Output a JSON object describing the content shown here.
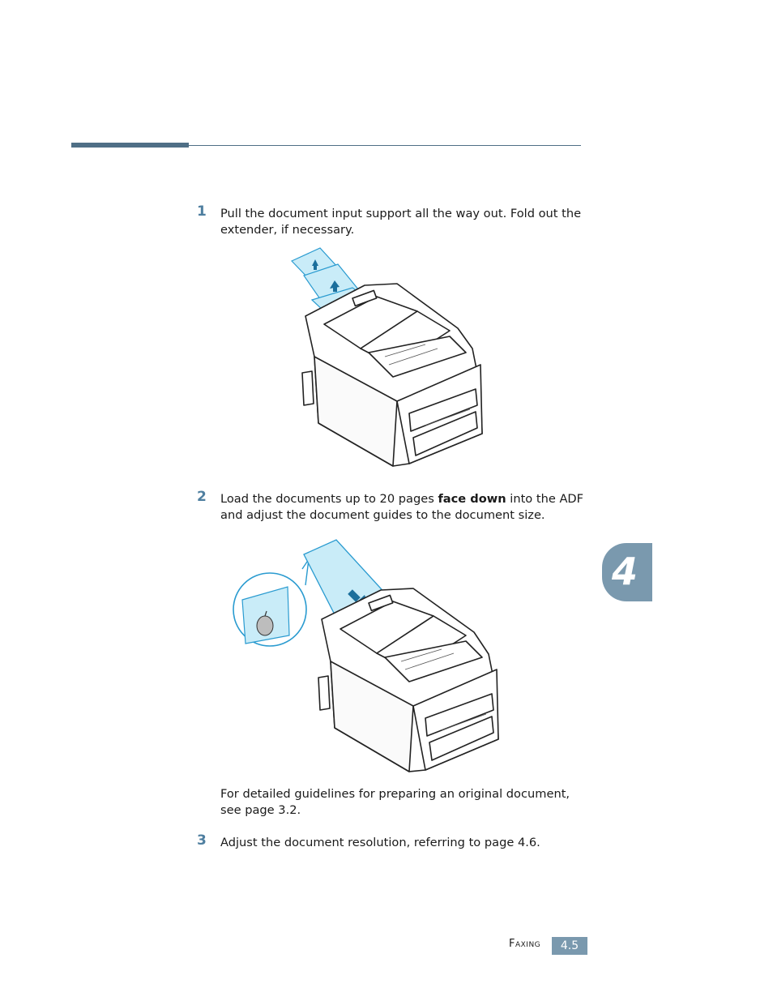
{
  "steps": [
    {
      "number": "1",
      "text": "Pull the document input support all the way out. Fold out the extender, if necessary."
    },
    {
      "number": "2",
      "text_before": "Load the documents up to 20 pages ",
      "text_bold": "face down",
      "text_after": " into the ADF and adjust the document guides to the document size."
    },
    {
      "number": "3",
      "text": "Adjust the document resolution, referring to page 4.6."
    }
  ],
  "note": "For detailed guidelines for preparing an original document, see page 3.2.",
  "chapter_tab": "4",
  "footer": {
    "section": "Faxing",
    "page": "4.5"
  },
  "colors": {
    "accent": "#4f6f86",
    "tab": "#7a99ae",
    "highlight": "#c9ecf8",
    "highlight_stroke": "#2a9bd0"
  }
}
